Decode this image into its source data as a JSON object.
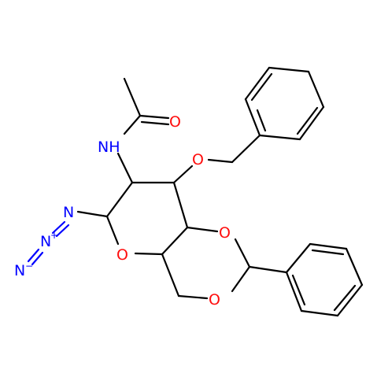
{
  "molecule": {
    "colors": {
      "carbon_bond": "#000000",
      "oxygen": "#ff0d0d",
      "nitrogen": "#0000ff",
      "background": "#ffffff"
    },
    "labels": {
      "carbonyl_o": "O",
      "amide_nh": "NH",
      "benzyl_ether_o": "O",
      "acetal_o_upper": "O",
      "acetal_o_lower": "O",
      "ring_o": "O",
      "azide_n1": "N",
      "azide_n2": "N",
      "azide_n2_charge": "+",
      "azide_n3": "N",
      "azide_n3_charge": "−"
    }
  }
}
